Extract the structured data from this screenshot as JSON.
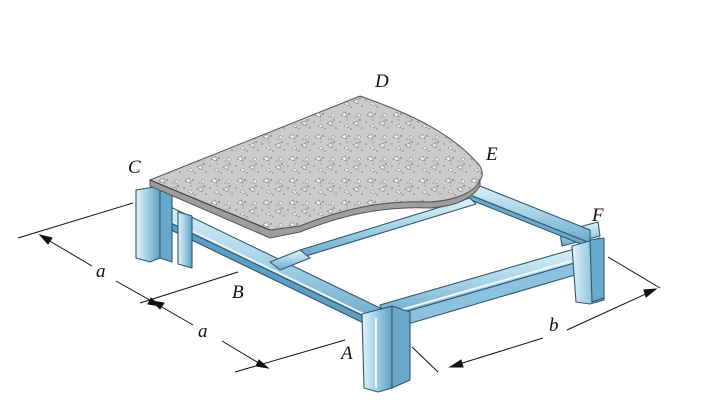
{
  "labels": {
    "C": "C",
    "D": "D",
    "E": "E",
    "F": "F",
    "A": "A",
    "B": "B",
    "a_upper": "a",
    "a_lower": "a",
    "b": "b"
  },
  "colors": {
    "slab": "#c9c9c7",
    "slab_edge": "#a9a9a7",
    "aggregate": "#7c7c7c",
    "beam_light": "#dbeef7",
    "beam_mid": "#9fcde4",
    "beam_dark": "#5d9fc2",
    "beam_outline": "#30576e",
    "dimension": "#111111"
  }
}
